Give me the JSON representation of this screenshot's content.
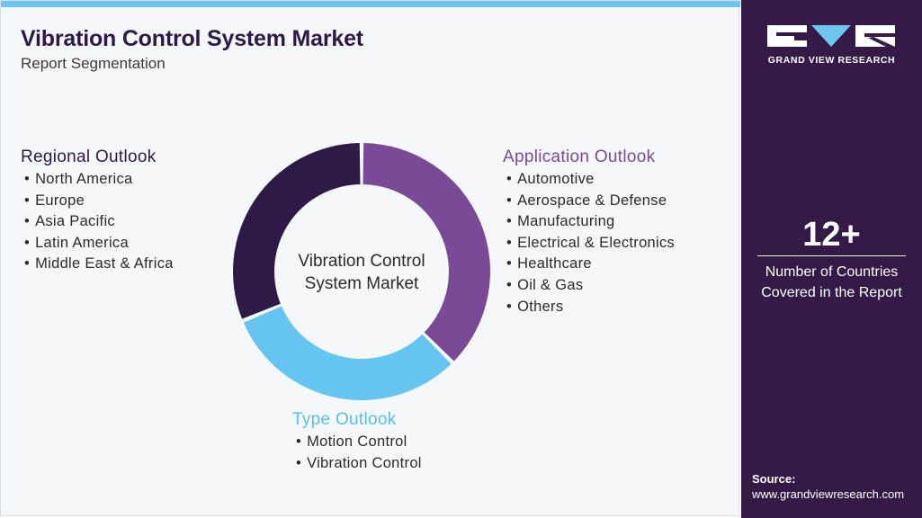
{
  "title": "Vibration Control System Market",
  "subtitle": "Report Segmentation",
  "center_label": [
    "Vibration Control",
    "System Market"
  ],
  "segments": {
    "regional": {
      "heading": "Regional Outlook",
      "items": [
        "North America",
        "Europe",
        "Asia Pacific",
        "Latin America",
        "Middle East & Africa"
      ]
    },
    "application": {
      "heading": "Application Outlook",
      "items": [
        "Automotive",
        "Aerospace & Defense",
        "Manufacturing",
        "Electrical & Electronics",
        "Healthcare",
        "Oil & Gas",
        "Others"
      ]
    },
    "type": {
      "heading": "Type Outlook",
      "items": [
        "Motion Control",
        "Vibration Control"
      ]
    }
  },
  "donut": [
    {
      "segment": "application",
      "fraction": 0.375,
      "color": "#7a4a96"
    },
    {
      "segment": "type",
      "fraction": 0.3125,
      "color": "#66c4f0"
    },
    {
      "segment": "regional",
      "fraction": 0.3125,
      "color": "#2e1a47"
    }
  ],
  "colors": {
    "regional_heading": "#2e1a47",
    "application_heading": "#7a4a96",
    "type_heading": "#5bbde9",
    "sidebar": "#351a47",
    "top_bar": "#6ec6f0"
  },
  "brand": {
    "logo_text": "GRAND VIEW RESEARCH"
  },
  "stat": {
    "value": "12+",
    "description": [
      "Number of Countries",
      "Covered in the Report"
    ]
  },
  "source": {
    "label": "Source:",
    "url": "www.grandviewresearch.com"
  }
}
